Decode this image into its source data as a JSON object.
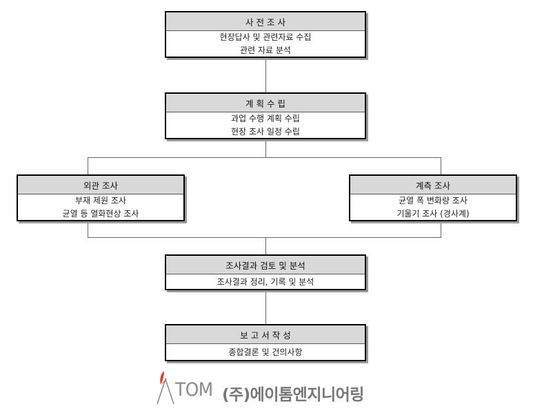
{
  "steps": {
    "pre_survey": {
      "title": "사 전 조 사",
      "lines": [
        "현장답사 및 관련자료 수집",
        "관련 자료 분석"
      ]
    },
    "planning": {
      "title": "계 획 수 립",
      "lines": [
        "과업 수행 계획 수립",
        "현장 조사 일정 수립"
      ]
    },
    "visual": {
      "title": "외관 조사",
      "lines": [
        "부재 제원 조사",
        "균열 등 열화현상 조사"
      ]
    },
    "measure": {
      "title": "계측 조사",
      "lines": [
        "균열 폭 변화량 조사",
        "기울기 조사 (경사계)"
      ]
    },
    "review": {
      "title": "조사결과 검토 및 분석",
      "lines": [
        "조사결과 정리, 기록 및 분석"
      ]
    },
    "report": {
      "title": "보 고 서 작 성",
      "lines": [
        "종합결론 및 건의사항"
      ]
    }
  },
  "logo": {
    "brand": "ATOM",
    "brand_rest": "TOM",
    "company": "(주)에이톰엔지니어링"
  },
  "colors": {
    "header_bg": "#d9d9d9",
    "border": "#000000",
    "shadow": "#9a9a9a",
    "logo_red": "#d0443a",
    "logo_gray": "#8a8a8a"
  }
}
